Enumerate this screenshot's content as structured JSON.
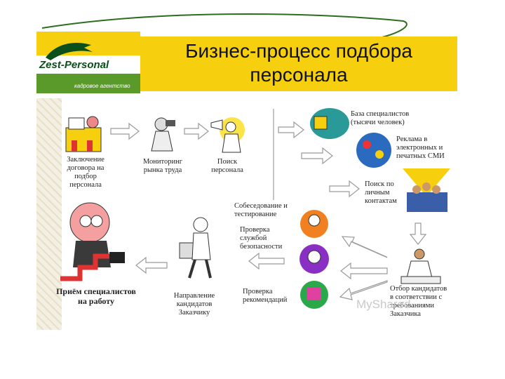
{
  "title": "Бизнес-процесс подбора персонала",
  "logo": {
    "name": "Zest-Personal",
    "tagline": "кадровое агентство"
  },
  "steps": {
    "contract": "Заключение договора на подбор персонала",
    "monitoring": "Мониторинг рынка труда",
    "search": "Поиск персонала",
    "database": "База специалистов (тысячи человек)",
    "ads": "Реклама в электронных и печатных СМИ",
    "personal": "Поиск по личным контактам",
    "selection": "Отбор кандидатов в соответствии с требованиями Заказчика",
    "interview": "Собеседование и тестирование",
    "security": "Проверка службой безопасности",
    "references": "Проверка рекомендаций",
    "send": "Направление кандидатов Заказчику",
    "hire": "Приём специалистов на работу"
  },
  "watermark": "MyShared",
  "colors": {
    "title_bg": "#f6cf0e",
    "logo_green": "#5a9a2a",
    "arrow": "#ffffff"
  }
}
